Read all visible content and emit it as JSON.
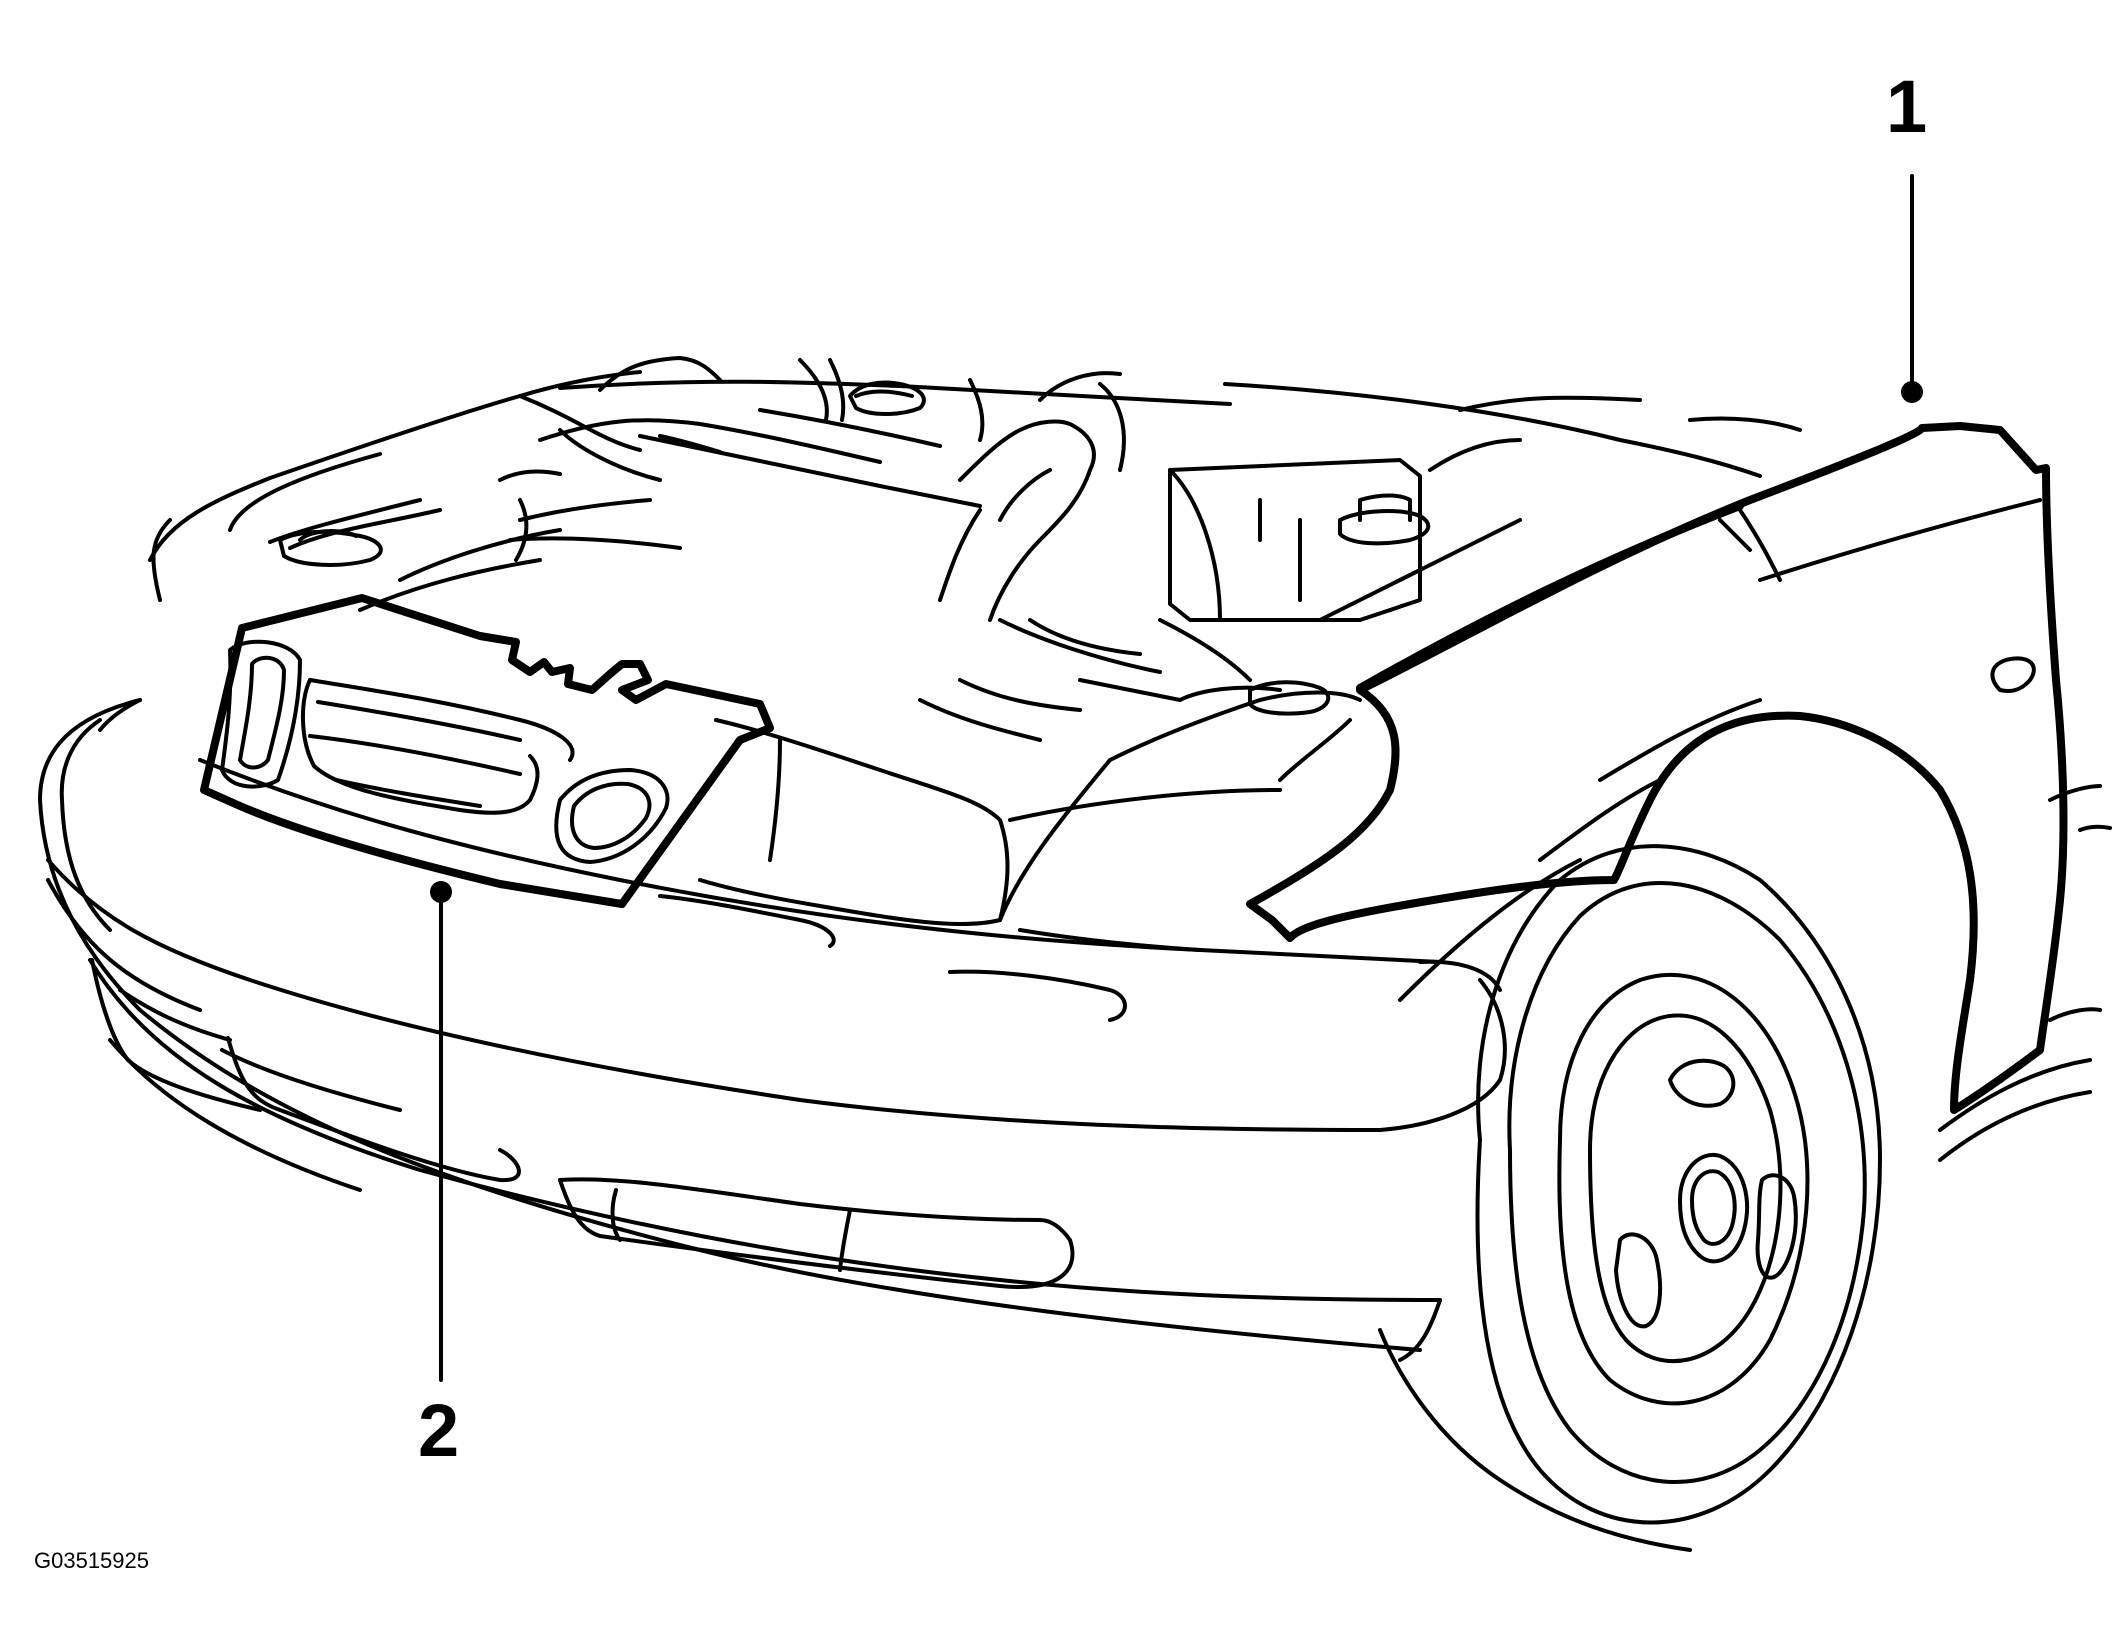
{
  "callouts": [
    {
      "id": "1",
      "label": "1"
    },
    {
      "id": "2",
      "label": "2"
    }
  ],
  "figure_id": "G03515925",
  "colors": {
    "line": "#000000",
    "background": "#ffffff"
  }
}
